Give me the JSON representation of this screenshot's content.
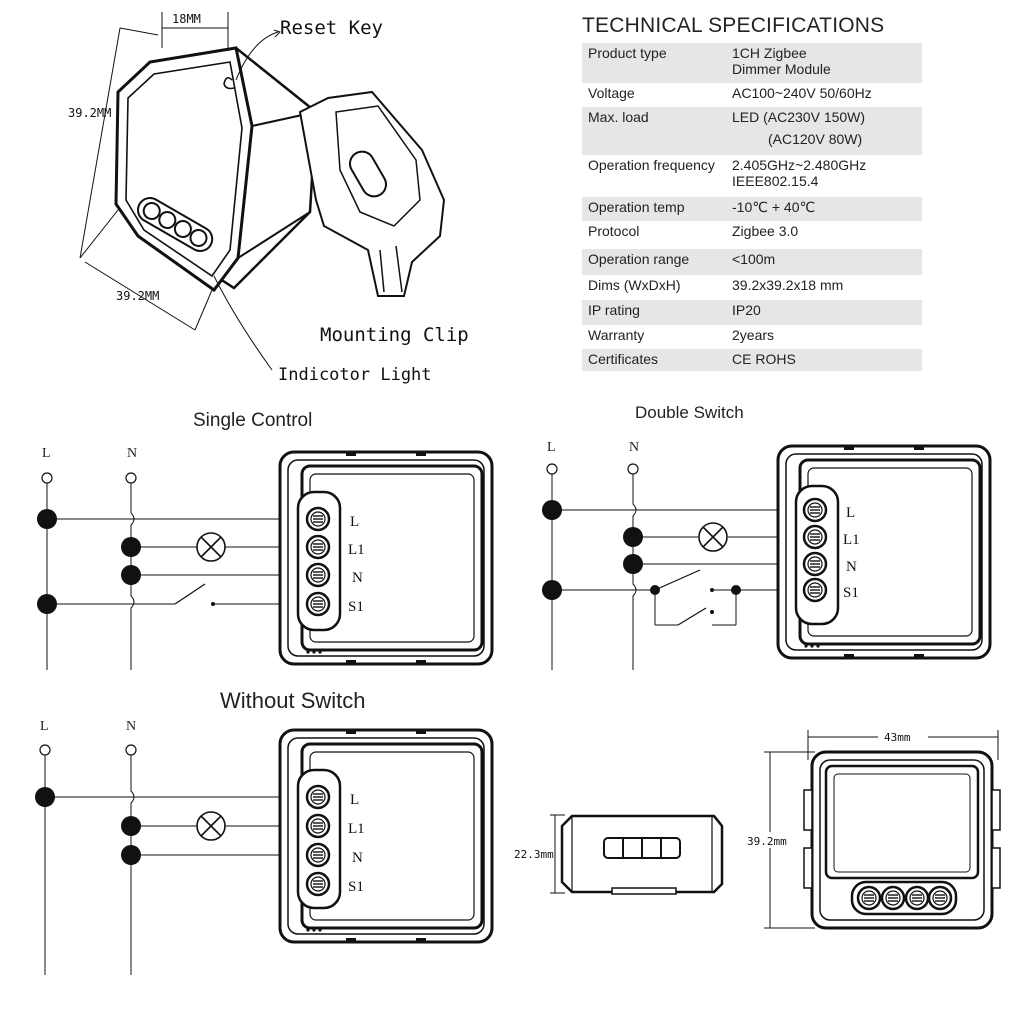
{
  "specs": {
    "title": "TECHNICAL SPECIFICATIONS",
    "rows": [
      {
        "label": "Product type",
        "value": [
          "1CH Zigbee",
          "Dimmer Module"
        ]
      },
      {
        "label": "Voltage",
        "value": [
          "AC100~240V 50/60Hz"
        ]
      },
      {
        "label": "Max. load",
        "value": [
          "LED (AC230V 150W)",
          "(AC120V 80W)"
        ]
      },
      {
        "label": "Operation frequency",
        "value": [
          "2.405GHz~2.480GHz",
          "IEEE802.15.4"
        ]
      },
      {
        "label": "Operation temp",
        "value": [
          "-10℃ + 40℃"
        ]
      },
      {
        "label": "Protocol",
        "value": [
          "Zigbee 3.0"
        ]
      },
      {
        "label": "Operation range",
        "value": [
          "<100m"
        ]
      },
      {
        "label": "Dims (WxDxH)",
        "value": [
          "39.2x39.2x18 mm"
        ]
      },
      {
        "label": "IP rating",
        "value": [
          "IP20"
        ]
      },
      {
        "label": "Warranty",
        "value": [
          "2years"
        ]
      },
      {
        "label": "Certificates",
        "value": [
          "CE ROHS"
        ]
      }
    ]
  },
  "device_drawing": {
    "dim_depth": "18MM",
    "dim_height": "39.2MM",
    "dim_width": "39.2MM",
    "reset_key": "Reset Key",
    "mounting_clip": "Mounting Clip",
    "indicator_light": "Indicotor Light"
  },
  "diagrams": {
    "single": {
      "title": "Single Control",
      "line_l": "L",
      "line_n": "N"
    },
    "double": {
      "title": "Double Switch",
      "line_l": "L",
      "line_n": "N"
    },
    "without": {
      "title": "Without Switch",
      "line_l": "L",
      "line_n": "N"
    },
    "terminals": [
      "L",
      "L1",
      "N",
      "S1"
    ]
  },
  "dimensions": {
    "side_height": "22.3mm",
    "front_width": "43mm",
    "front_height": "39.2mm"
  }
}
